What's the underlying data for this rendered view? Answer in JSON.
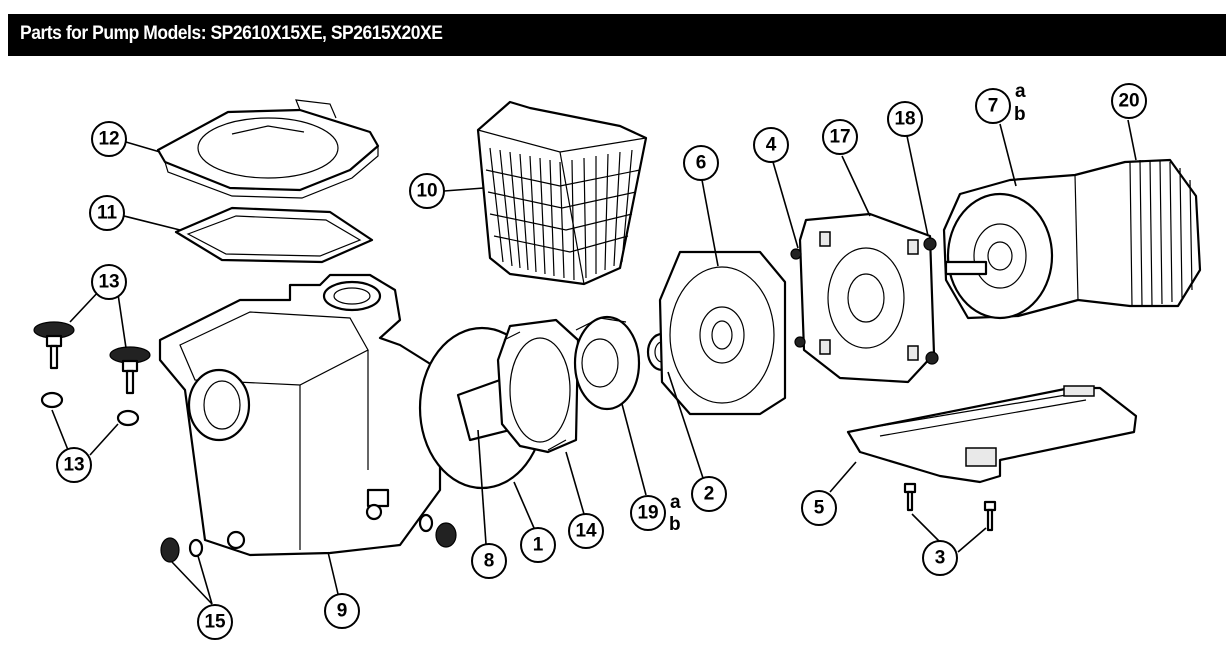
{
  "header": {
    "title": "Parts for Pump Models: SP2610X15XE, SP2615X20XE"
  },
  "callouts": [
    {
      "label": "12"
    },
    {
      "label": "11"
    },
    {
      "label": "10"
    },
    {
      "label": "13"
    },
    {
      "label": "13"
    },
    {
      "label": "15"
    },
    {
      "label": "9"
    },
    {
      "label": "8"
    },
    {
      "label": "1"
    },
    {
      "label": "14"
    },
    {
      "label": "19",
      "suffix_a": "a",
      "suffix_b": "b"
    },
    {
      "label": "2"
    },
    {
      "label": "6"
    },
    {
      "label": "4"
    },
    {
      "label": "17"
    },
    {
      "label": "18"
    },
    {
      "label": "7",
      "suffix_a": "a",
      "suffix_b": "b"
    },
    {
      "label": "20"
    },
    {
      "label": "5"
    },
    {
      "label": "3"
    }
  ]
}
